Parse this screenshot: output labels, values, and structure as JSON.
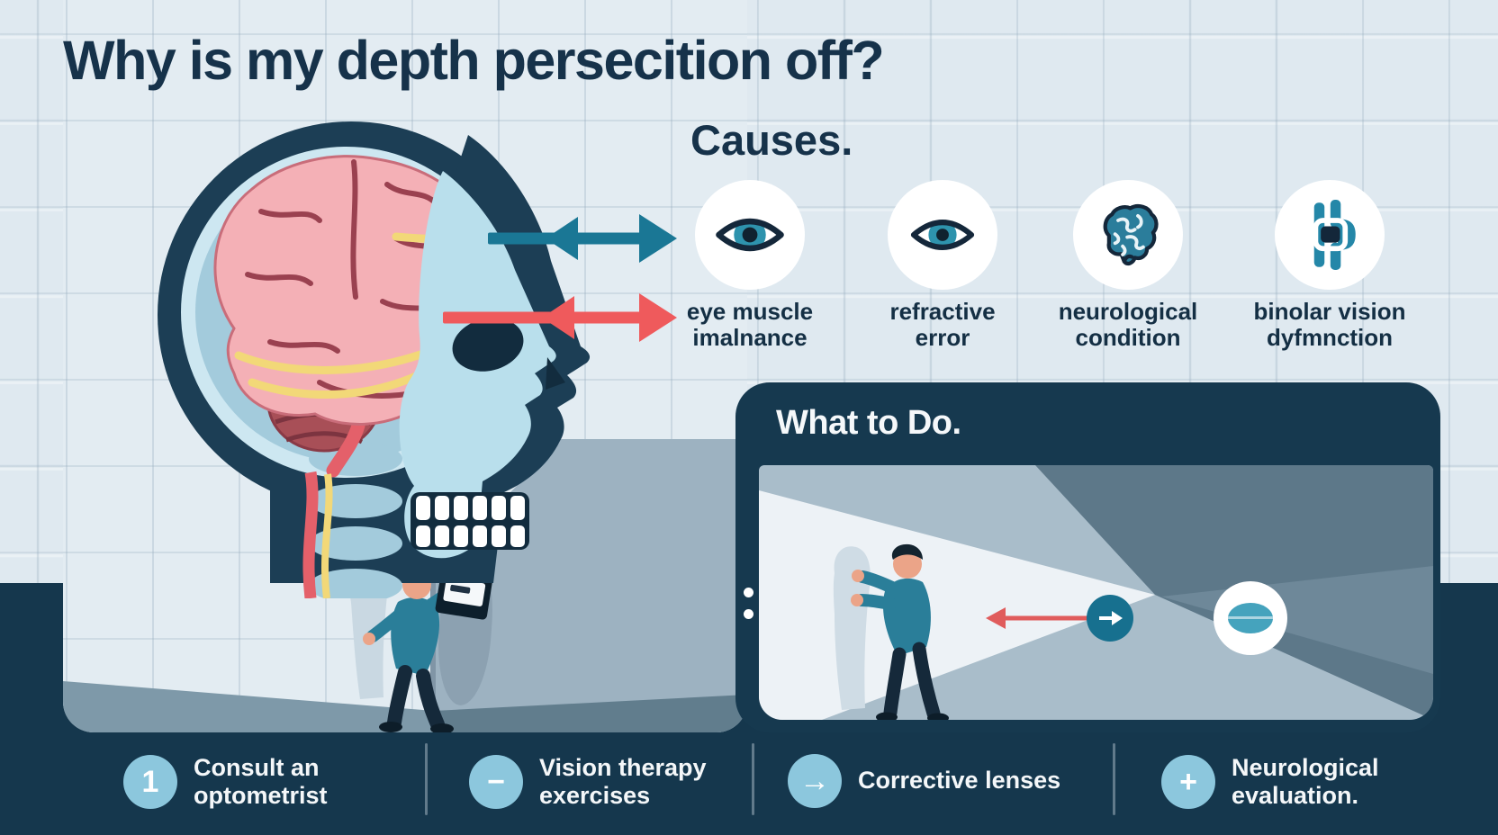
{
  "title": "Why is my depth persecition off?",
  "causes": {
    "heading": "Causes.",
    "items": [
      {
        "icon": "eye-icon",
        "lines": [
          "eye muscle",
          "imalnance"
        ]
      },
      {
        "icon": "eye-icon",
        "lines": [
          "refractive",
          "error"
        ]
      },
      {
        "icon": "brain-icon",
        "lines": [
          "neurological",
          "condition"
        ]
      },
      {
        "icon": "binocular-vision-icon",
        "lines": [
          "binolar vision",
          "dyfmnction"
        ]
      }
    ]
  },
  "what_to_do": {
    "heading": "What to Do."
  },
  "actions": {
    "items": [
      {
        "icon": "number-one-badge",
        "glyph": "1",
        "lines": [
          "Consult an",
          "optometrist"
        ]
      },
      {
        "icon": "minus-icon",
        "glyph": "−",
        "lines": [
          "Vision therapy",
          "exercises"
        ]
      },
      {
        "icon": "arrow-right-icon",
        "glyph": "→",
        "lines": [
          "Corrective lenses",
          ""
        ]
      },
      {
        "icon": "plus-icon",
        "glyph": "+",
        "lines": [
          "Neurological",
          "evaluation."
        ]
      }
    ]
  },
  "colors": {
    "navy": "#16394f",
    "accent_teal": "#1a7795",
    "accent_red": "#ef5a5c",
    "panel_screen_blue": "#a9bdca",
    "badge_blue": "#8cc7dd",
    "brain_pink": "#f4b0b6",
    "skull_blue": "#b9dfec",
    "nerve_yellow": "#f2d878"
  }
}
